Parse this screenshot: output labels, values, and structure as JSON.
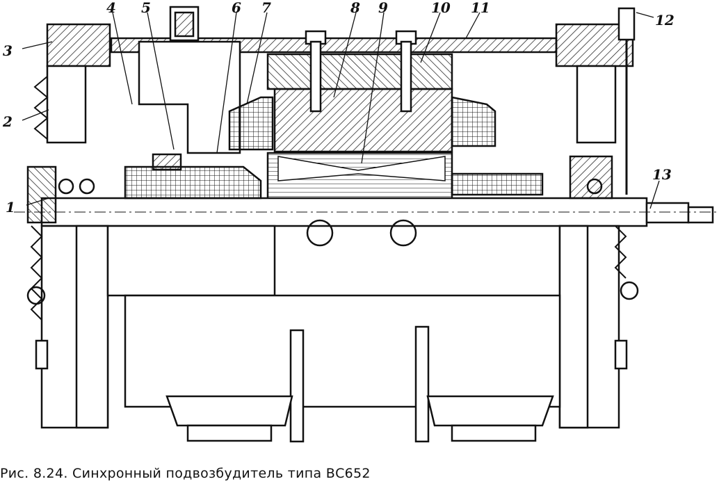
{
  "caption": "Рис. 8.24. Синхронный подвозбудитель типа ВС652",
  "callouts": [
    "1",
    "2",
    "3",
    "4",
    "5",
    "6",
    "7",
    "8",
    "9",
    "10",
    "11",
    "12",
    "13"
  ],
  "colors": {
    "ink": "#111111",
    "paper": "#ffffff"
  }
}
